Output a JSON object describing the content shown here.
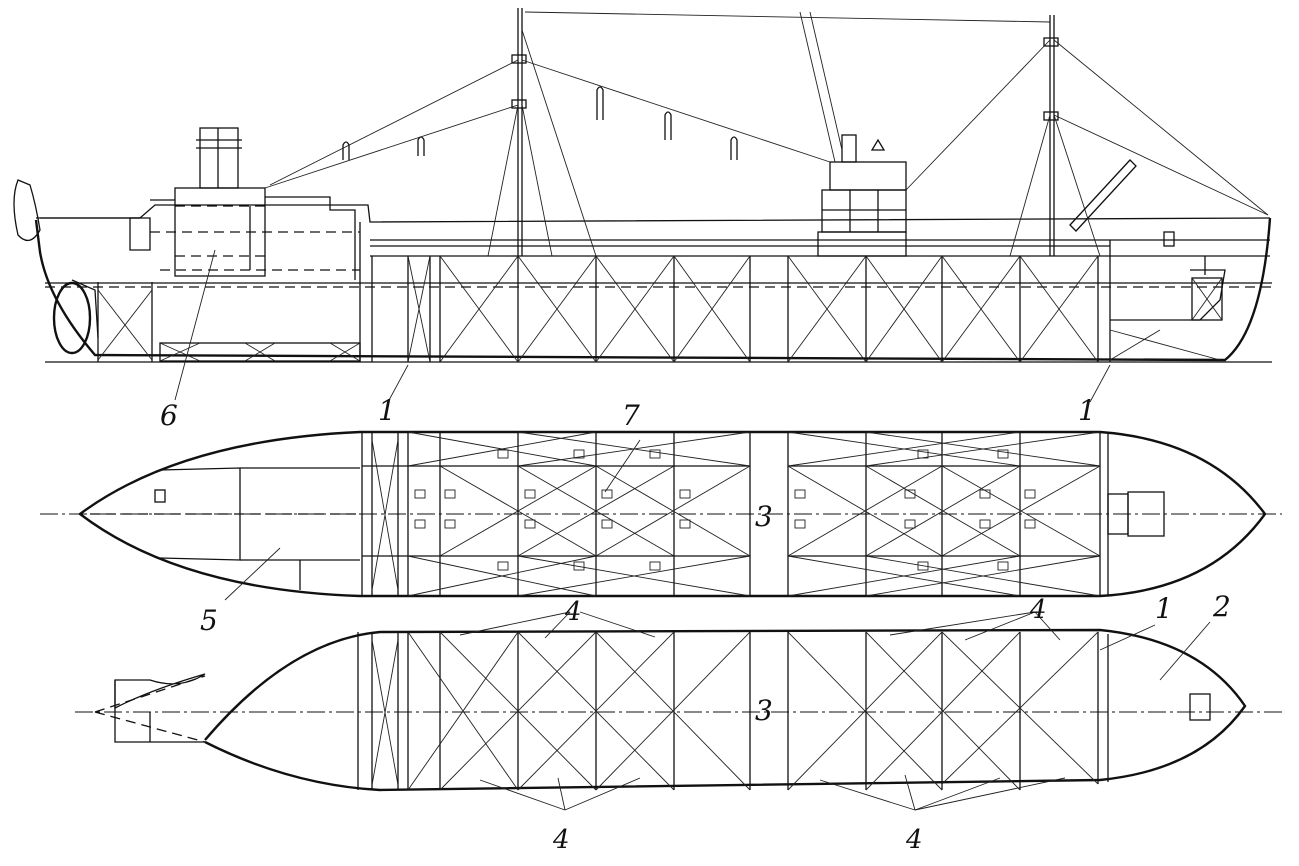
{
  "labels": {
    "profile_6": "6",
    "profile_1_left": "1",
    "profile_1_right": "1",
    "deck_7": "7",
    "deck_3": "3",
    "deck_5": "5",
    "bottom_3": "3",
    "bottom_4_top_left": "4",
    "bottom_4_top_right": "4",
    "bottom_4_low_left": "4",
    "bottom_4_low_right": "4",
    "bottom_1": "1",
    "bottom_2": "2"
  }
}
